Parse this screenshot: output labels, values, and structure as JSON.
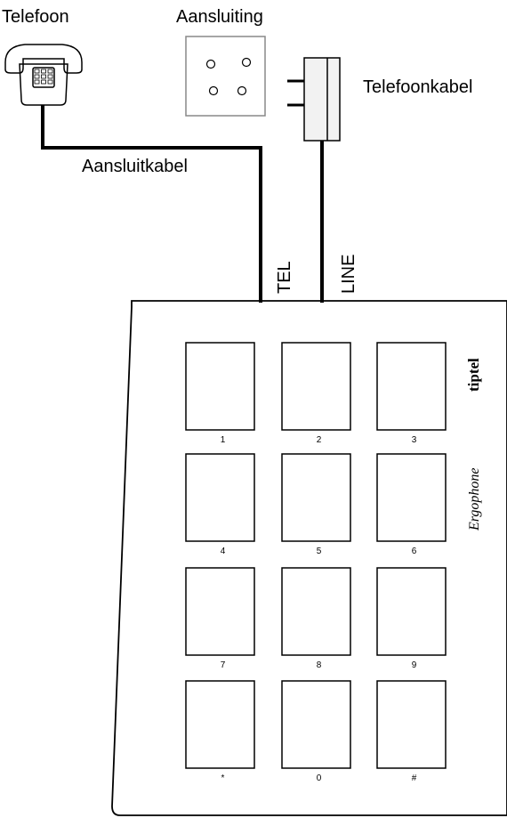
{
  "labels": {
    "telephone": "Telefoon",
    "wall_socket": "Aansluiting",
    "phone_cable": "Telefoonkabel",
    "connection_cable": "Aansluitkabel",
    "tel_port": "TEL",
    "line_port": "LINE"
  },
  "device": {
    "brand": "tiptel",
    "brand_secondary": "Ergophone",
    "keys": [
      "1",
      "2",
      "3",
      "4",
      "5",
      "6",
      "7",
      "8",
      "9",
      "*",
      "0",
      "#"
    ]
  },
  "colors": {
    "line": "#000000",
    "socket_border": "#888888"
  }
}
